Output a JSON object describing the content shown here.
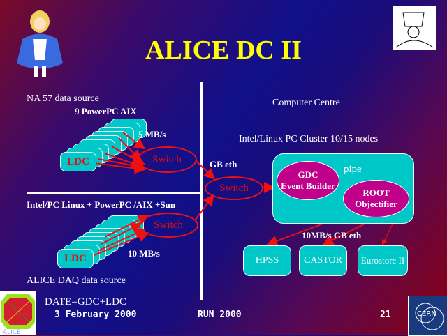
{
  "title": "ALICE DC II",
  "left_top": {
    "source": "NA 57 data source",
    "machines": "9 PowerPC AIX",
    "rate": "5 MB/s",
    "ldc": "LDC",
    "switch": "Switch"
  },
  "left_bottom": {
    "machines": "Intel/PC Linux + PowerPC /AIX +Sun",
    "rate": "10 MB/s",
    "ldc": "LDC",
    "switch": "Switch",
    "source": "ALICE DAQ data source"
  },
  "center": {
    "link": "GB eth",
    "switch": "Switch"
  },
  "right": {
    "heading": "Computer Centre",
    "cluster": "Intel/Linux PC Cluster 10/15 nodes",
    "gdc_line1": "GDC",
    "gdc_line2": "Event Builder",
    "pipe": "pipe",
    "root_line1": "ROOT",
    "root_line2": "Objectifier",
    "storage_link": "10MB/s GB eth",
    "storage": [
      "HPSS",
      "CASTOR",
      "Eurostore II"
    ]
  },
  "footer": {
    "formula": "DATE=GDC+LDC",
    "date": "3 February 2000",
    "event": "RUN 2000",
    "page": "21",
    "cern_logo": "CERN",
    "alice_logo": "ALICE"
  },
  "colors": {
    "title": "#ffff00",
    "arrows": "#f01010",
    "cyan": "#00c8c8",
    "magenta": "#c0008a"
  }
}
